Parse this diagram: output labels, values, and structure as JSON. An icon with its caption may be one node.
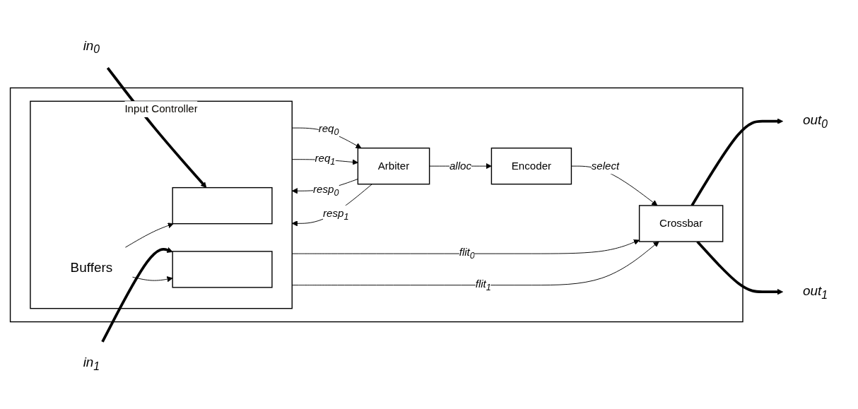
{
  "diagram": {
    "nodes": [
      {
        "text": [],
        "shape": "box"
      },
      {
        "text": [
          "Input Controller"
        ],
        "in": 0
      },
      {
        "text": [],
        "shape": "bar",
        "in": 1
      },
      {
        "text": [
          "Buffers"
        ],
        "in": 1
      },
      {
        "text": [],
        "shape": "bar",
        "in": 1
      },
      {
        "text": [
          "Arbiter"
        ],
        "in": 0
      },
      {
        "text": [
          "Encoder"
        ],
        "in": 0
      },
      {
        "text": [
          "Crossbar"
        ],
        "in": 0
      },
      {
        "text": [
          "in$_{0}$"
        ]
      },
      {
        "text": [
          "in$_{1}$"
        ]
      },
      {
        "text": [
          "out$_{0}$"
        ]
      },
      {
        "text": [
          "out$_{1}$"
        ]
      }
    ],
    "edges": [
      {
        "from": 8,
        "to": 2,
        "arrow": "to",
        "style": "thick"
      },
      {
        "from": 9,
        "to": 4,
        "arrow": "to",
        "style": "thick"
      },
      {
        "from": 3,
        "to": 2,
        "arrow": "to"
      },
      {
        "from": 3,
        "to": 4,
        "arrow": "to"
      },
      {
        "from": 1,
        "to": 5,
        "arrow": "to",
        "label": "req$_{0}$"
      },
      {
        "from": 5,
        "to": 1,
        "arrow": "to",
        "label": "resp$_{0}$"
      },
      {
        "from": 1,
        "to": 5,
        "arrow": "to",
        "label": "req$_{1}$"
      },
      {
        "from": 5,
        "to": 1,
        "arrow": "to",
        "label": "resp$_{1}$"
      },
      {
        "from": 5,
        "to": 6,
        "arrow": "to",
        "label": "alloc"
      },
      {
        "from": 6,
        "to": 7,
        "arrow": "to",
        "label": "select"
      },
      {
        "from": 1,
        "to": 7,
        "arrow": "to",
        "label": "flit$_{0}$"
      },
      {
        "from": 1,
        "to": 7,
        "arrow": "to",
        "label": "flit$_{1}$"
      },
      {
        "from": 7,
        "to": 10,
        "arrow": "to",
        "style": "thick"
      },
      {
        "from": 7,
        "to": 11,
        "arrow": "to",
        "style": "thick"
      }
    ]
  }
}
